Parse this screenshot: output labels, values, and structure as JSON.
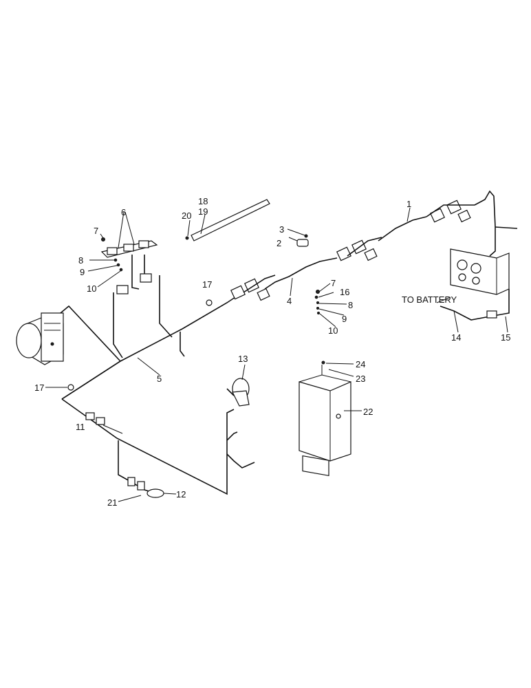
{
  "diagram": {
    "battery_note": "TO BATTERY",
    "callouts": [
      {
        "id": "c1",
        "text": "1"
      },
      {
        "id": "c2",
        "text": "2"
      },
      {
        "id": "c3",
        "text": "3"
      },
      {
        "id": "c4",
        "text": "4"
      },
      {
        "id": "c5",
        "text": "5"
      },
      {
        "id": "c6",
        "text": "6"
      },
      {
        "id": "c7a",
        "text": "7"
      },
      {
        "id": "c7b",
        "text": "7"
      },
      {
        "id": "c8a",
        "text": "8"
      },
      {
        "id": "c8b",
        "text": "8"
      },
      {
        "id": "c9a",
        "text": "9"
      },
      {
        "id": "c9b",
        "text": "9"
      },
      {
        "id": "c10a",
        "text": "10"
      },
      {
        "id": "c10b",
        "text": "10"
      },
      {
        "id": "c11",
        "text": "11"
      },
      {
        "id": "c12",
        "text": "12"
      },
      {
        "id": "c13",
        "text": "13"
      },
      {
        "id": "c14",
        "text": "14"
      },
      {
        "id": "c15",
        "text": "15"
      },
      {
        "id": "c16",
        "text": "16"
      },
      {
        "id": "c17a",
        "text": "17"
      },
      {
        "id": "c17b",
        "text": "17"
      },
      {
        "id": "c18",
        "text": "18"
      },
      {
        "id": "c19",
        "text": "19"
      },
      {
        "id": "c20",
        "text": "20"
      },
      {
        "id": "c21",
        "text": "21"
      },
      {
        "id": "c22",
        "text": "22"
      },
      {
        "id": "c23",
        "text": "23"
      },
      {
        "id": "c24",
        "text": "24"
      }
    ]
  }
}
